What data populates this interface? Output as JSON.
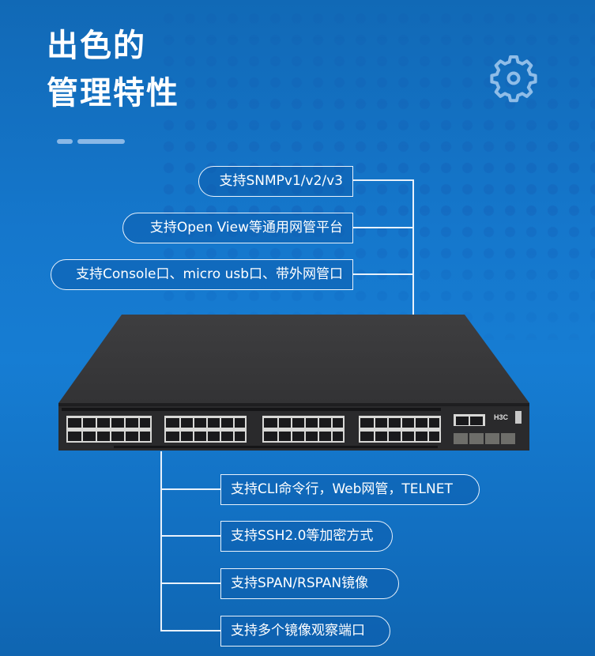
{
  "header": {
    "title_line1": "出色的",
    "title_line2": "管理特性"
  },
  "icons": {
    "gear": "gear-icon"
  },
  "colors": {
    "background_top": "#1169b6",
    "background_mid": "#167dd3",
    "background_bottom": "#0f65b1",
    "line": "#e8f1fb",
    "deco_bar": "#8ab8e6",
    "switch_body": "#3b3b3d"
  },
  "top_features": [
    {
      "label": "支持SNMPv1/v2/v3"
    },
    {
      "label": "支持Open View等通用网管平台"
    },
    {
      "label": "支持Console口、micro usb口、带外网管口"
    }
  ],
  "product": {
    "brand": "H3C",
    "rj45_ports": 48,
    "sfp_ports": 4
  },
  "bottom_features": [
    {
      "label": "支持CLI命令行，Web网管，TELNET"
    },
    {
      "label": "支持SSH2.0等加密方式"
    },
    {
      "label": "支持SPAN/RSPAN镜像"
    },
    {
      "label": "支持多个镜像观察端口"
    }
  ]
}
